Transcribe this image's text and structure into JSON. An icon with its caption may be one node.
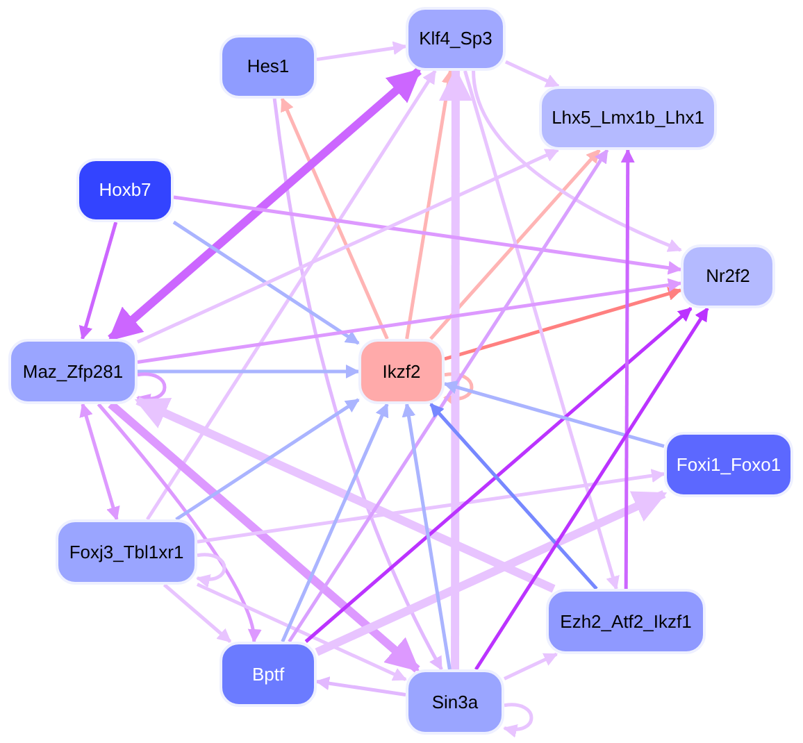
{
  "diagram": {
    "nodes": [
      {
        "text": [
          "Hes1"
        ]
      },
      {
        "text": [
          "Klf4_Sp3"
        ]
      },
      {
        "text": [
          "Lhx5_Lmx1b_Lhx1"
        ]
      },
      {
        "text": [
          "Hoxb7"
        ]
      },
      {
        "text": [
          "Nr2f2"
        ]
      },
      {
        "text": [
          "Maz_Zfp281"
        ]
      },
      {
        "text": [
          "Ikzf2"
        ]
      },
      {
        "text": [
          "Foxi1_Foxo1"
        ]
      },
      {
        "text": [
          "Foxj3_Tbl1xr1"
        ]
      },
      {
        "text": [
          "Ezh2_Atf2_Ikzf1"
        ]
      },
      {
        "text": [
          "Bptf"
        ]
      },
      {
        "text": [
          "Sin3a"
        ]
      }
    ],
    "edges": [
      {
        "from": 0,
        "to": 1,
        "arrow": "to",
        "color": "#e8c4ff"
      },
      {
        "from": 0,
        "to": 11,
        "arrow": "to",
        "color": "#e2b8ff"
      },
      {
        "from": 6,
        "to": 0,
        "arrow": "to",
        "color": "#ffb4b4"
      },
      {
        "from": 6,
        "to": 1,
        "arrow": "to",
        "color": "#ffb4b4"
      },
      {
        "from": 6,
        "to": 2,
        "arrow": "to",
        "color": "#ffb4b4"
      },
      {
        "from": 6,
        "to": 4,
        "arrow": "to",
        "color": "#ff8080"
      },
      {
        "from": 6,
        "to": 6,
        "arrow": "to",
        "color": "#ffb4b4"
      },
      {
        "from": 1,
        "to": 2,
        "arrow": "to",
        "color": "#e8c4ff"
      },
      {
        "from": 1,
        "to": 4,
        "arrow": "to",
        "color": "#e8c4ff"
      },
      {
        "from": 1,
        "to": 5,
        "arrow": "both",
        "color": "#cc66ff",
        "style": "thick"
      },
      {
        "from": 1,
        "to": 9,
        "arrow": "to",
        "color": "#e8c4ff"
      },
      {
        "from": 11,
        "to": 1,
        "arrow": "to",
        "color": "#e8c4ff",
        "style": "thick"
      },
      {
        "from": 8,
        "to": 1,
        "arrow": "to",
        "color": "#e8c4ff"
      },
      {
        "from": 3,
        "to": 5,
        "arrow": "to",
        "color": "#cc66ff"
      },
      {
        "from": 3,
        "to": 6,
        "arrow": "to",
        "color": "#aab4ff"
      },
      {
        "from": 3,
        "to": 4,
        "arrow": "to",
        "color": "#dd99ff"
      },
      {
        "from": 5,
        "to": 2,
        "arrow": "to",
        "color": "#e8c4ff"
      },
      {
        "from": 5,
        "to": 4,
        "arrow": "to",
        "color": "#dd99ff"
      },
      {
        "from": 5,
        "to": 6,
        "arrow": "to",
        "color": "#aab4ff"
      },
      {
        "from": 5,
        "to": 5,
        "arrow": "to",
        "color": "#dd99ff"
      },
      {
        "from": 5,
        "to": 8,
        "arrow": "both",
        "color": "#dd99ff"
      },
      {
        "from": 5,
        "to": 10,
        "arrow": "to",
        "color": "#dd99ff"
      },
      {
        "from": 5,
        "to": 11,
        "arrow": "to",
        "color": "#dd99ff",
        "style": "thick"
      },
      {
        "from": 9,
        "to": 5,
        "arrow": "to",
        "color": "#e8c4ff",
        "style": "thick"
      },
      {
        "from": 8,
        "to": 6,
        "arrow": "to",
        "color": "#aab4ff"
      },
      {
        "from": 8,
        "to": 8,
        "arrow": "to",
        "color": "#e8c4ff"
      },
      {
        "from": 8,
        "to": 7,
        "arrow": "to",
        "color": "#e8c4ff"
      },
      {
        "from": 8,
        "to": 10,
        "arrow": "to",
        "color": "#e8c4ff"
      },
      {
        "from": 8,
        "to": 11,
        "arrow": "to",
        "color": "#e8c4ff"
      },
      {
        "from": 10,
        "to": 6,
        "arrow": "to",
        "color": "#aab4ff"
      },
      {
        "from": 10,
        "to": 4,
        "arrow": "to",
        "color": "#bb33ff"
      },
      {
        "from": 10,
        "to": 2,
        "arrow": "to",
        "color": "#d9a0ff"
      },
      {
        "from": 10,
        "to": 7,
        "arrow": "to",
        "color": "#e8c4ff",
        "style": "thick"
      },
      {
        "from": 7,
        "to": 6,
        "arrow": "to",
        "color": "#aab4ff"
      },
      {
        "from": 9,
        "to": 6,
        "arrow": "to",
        "color": "#7788ff"
      },
      {
        "from": 9,
        "to": 2,
        "arrow": "to",
        "color": "#cc66ff"
      },
      {
        "from": 11,
        "to": 4,
        "arrow": "to",
        "color": "#bb33ff"
      },
      {
        "from": 11,
        "to": 6,
        "arrow": "to",
        "color": "#aab4ff"
      },
      {
        "from": 11,
        "to": 9,
        "arrow": "to",
        "color": "#e8c4ff"
      },
      {
        "from": 11,
        "to": 11,
        "arrow": "to",
        "color": "#e8c4ff"
      },
      {
        "from": 11,
        "to": 10,
        "arrow": "to",
        "color": "#e2b8ff"
      }
    ]
  }
}
